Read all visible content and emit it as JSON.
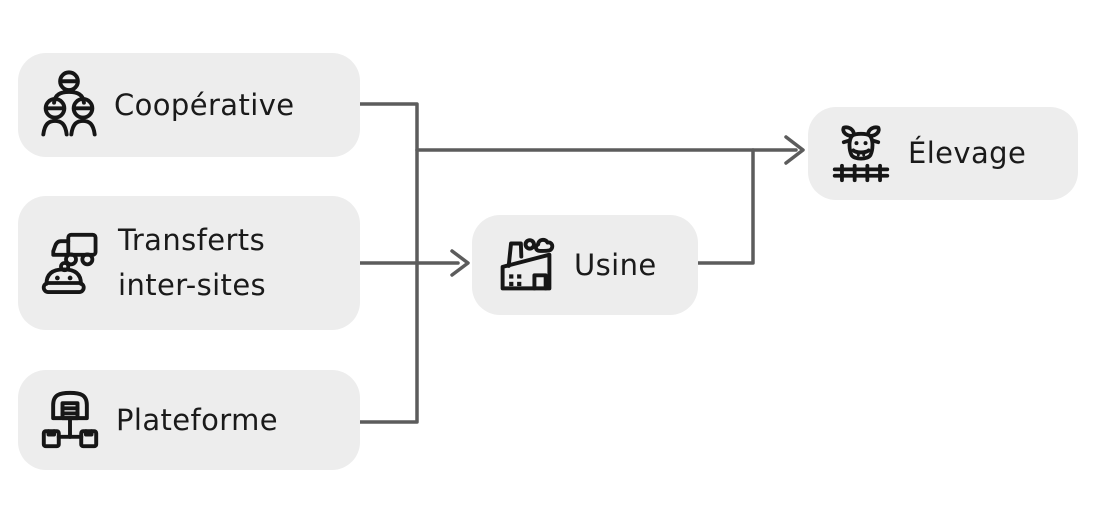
{
  "diagram": {
    "nodes": {
      "cooperative": {
        "label": "Coopérative",
        "icon": "people-group-icon"
      },
      "transferts": {
        "label": "Transferts inter-sites",
        "icon": "truck-robot-icon"
      },
      "plateforme": {
        "label": "Plateforme",
        "icon": "warehouse-network-icon"
      },
      "usine": {
        "label": "Usine",
        "icon": "factory-icon"
      },
      "elevage": {
        "label": "Élevage",
        "icon": "cow-fence-icon"
      }
    },
    "edges": [
      {
        "from": "cooperative",
        "to": "elevage"
      },
      {
        "from": "plateforme",
        "to": "elevage"
      },
      {
        "from": "transferts",
        "to": "usine"
      },
      {
        "from": "usine",
        "to": "elevage"
      }
    ],
    "theme": {
      "background": "#ffffff",
      "node_fill": "#ededed",
      "line_color": "#5c5c5c",
      "text_color": "#1a1a1a",
      "icon_color": "#161616"
    }
  }
}
